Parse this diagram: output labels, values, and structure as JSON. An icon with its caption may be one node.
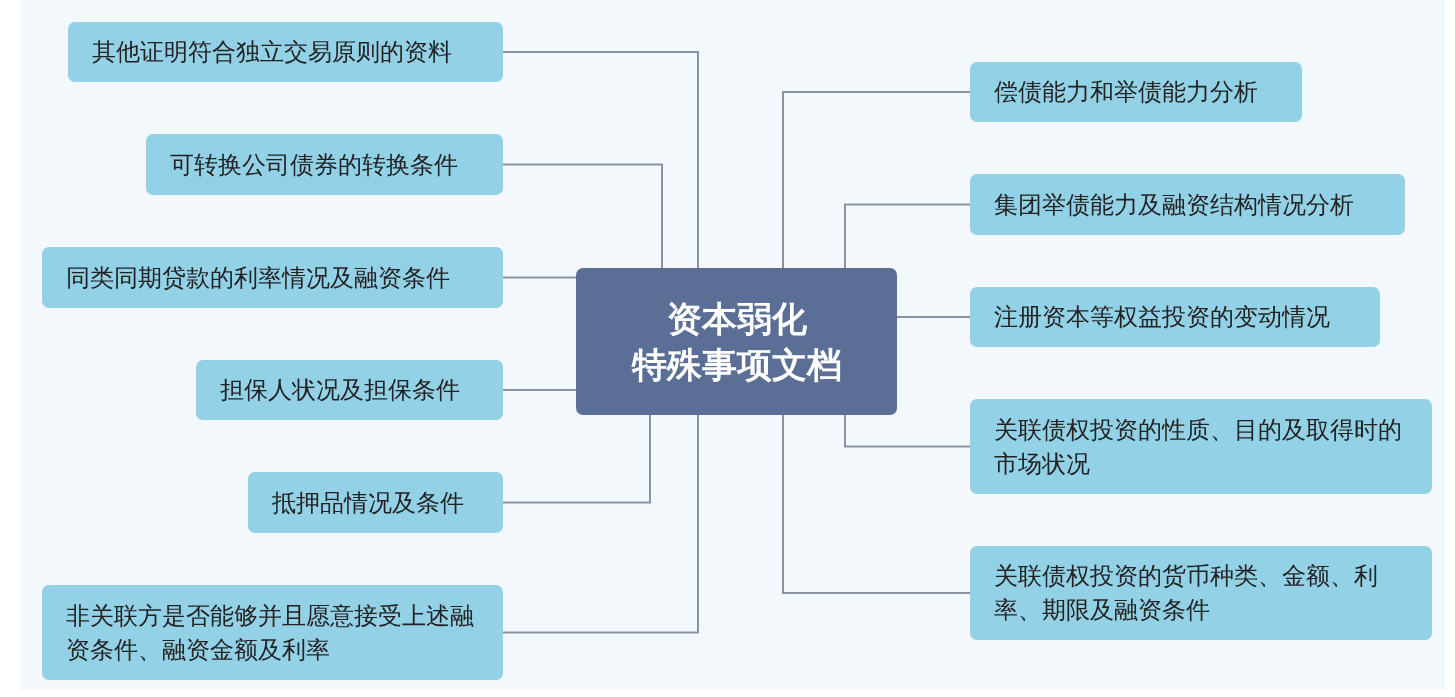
{
  "diagram": {
    "nodes": [
      {
        "text": [
          "资本弱化",
          "特殊事项文档"
        ]
      },
      {
        "text": [
          "其他证明符合独立交易原则的资料"
        ]
      },
      {
        "text": [
          "可转换公司债券的转换条件"
        ]
      },
      {
        "text": [
          "同类同期贷款的利率情况及融资条件"
        ]
      },
      {
        "text": [
          "担保人状况及担保条件"
        ]
      },
      {
        "text": [
          "抵押品情况及条件"
        ]
      },
      {
        "text": [
          "非关联方是否能够并且愿意接受上述融资条件、融资金额及利率"
        ]
      },
      {
        "text": [
          "偿债能力和举债能力分析"
        ]
      },
      {
        "text": [
          "集团举债能力及融资结构情况分析"
        ]
      },
      {
        "text": [
          "注册资本等权益投资的变动情况"
        ]
      },
      {
        "text": [
          "关联债权投资的性质、目的及取得时的市场状况"
        ]
      },
      {
        "text": [
          "关联债权投资的货币种类、金额、利率、期限及融资条件"
        ]
      }
    ],
    "edges": [
      {
        "from": 0,
        "to": 1,
        "arrow": "none"
      },
      {
        "from": 0,
        "to": 2,
        "arrow": "none"
      },
      {
        "from": 0,
        "to": 3,
        "arrow": "none"
      },
      {
        "from": 0,
        "to": 4,
        "arrow": "none"
      },
      {
        "from": 0,
        "to": 5,
        "arrow": "none"
      },
      {
        "from": 0,
        "to": 6,
        "arrow": "none"
      },
      {
        "from": 0,
        "to": 7,
        "arrow": "none"
      },
      {
        "from": 0,
        "to": 8,
        "arrow": "none"
      },
      {
        "from": 0,
        "to": 9,
        "arrow": "none"
      },
      {
        "from": 0,
        "to": 10,
        "arrow": "none"
      },
      {
        "from": 0,
        "to": 11,
        "arrow": "none"
      }
    ]
  }
}
